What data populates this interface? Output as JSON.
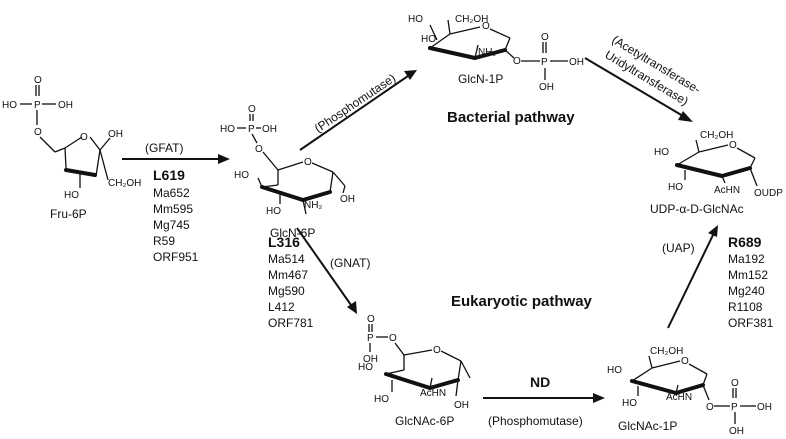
{
  "molecules": {
    "fru6p": {
      "name": "Fru-6P"
    },
    "glcn6p": {
      "name": "GlcN-6P"
    },
    "glcn1p": {
      "name": "GlcN-1P"
    },
    "udp_glcnac": {
      "name": "UDP-α-D-GlcNAc"
    },
    "glcnac6p": {
      "name": "GlcNAc-6P"
    },
    "glcnac1p": {
      "name": "GlcNAc-1P"
    }
  },
  "pathways": {
    "bacterial": "Bacterial pathway",
    "eukaryotic": "Eukaryotic pathway"
  },
  "enzymes": {
    "gfat": "(GFAT)",
    "phosphomutase_top": "(Phosphomutase)",
    "acetyl_uridyl_line1": "(Acetyltransferase-",
    "acetyl_uridyl_line2": "Uridyltransferase)",
    "gnat": "(GNAT)",
    "uap": "(UAP)",
    "phosphomutase_bottom": "(Phosphomutase)"
  },
  "genes": {
    "gfat": {
      "bold": "L619",
      "items": [
        "Ma652",
        "Mm595",
        "Mg745",
        "R59",
        "ORF951"
      ]
    },
    "gnat": {
      "bold": "L316",
      "items": [
        "Ma514",
        "Mm467",
        "Mg590",
        "L412",
        "ORF781"
      ]
    },
    "uap": {
      "bold": "R689",
      "items": [
        "Ma192",
        "Mm152",
        "Mg240",
        "R1108",
        "ORF381"
      ]
    },
    "phosphomutase": {
      "bold": "ND"
    }
  },
  "atoms": {
    "P": "P",
    "O": "O",
    "OH": "OH",
    "HO": "HO",
    "CH2OH": "CH₂OH",
    "NH2": "NH₂",
    "AcHN": "AcHN",
    "OUDP": "OUDP"
  },
  "colors": {
    "ink": "#111111",
    "background": "#ffffff"
  }
}
